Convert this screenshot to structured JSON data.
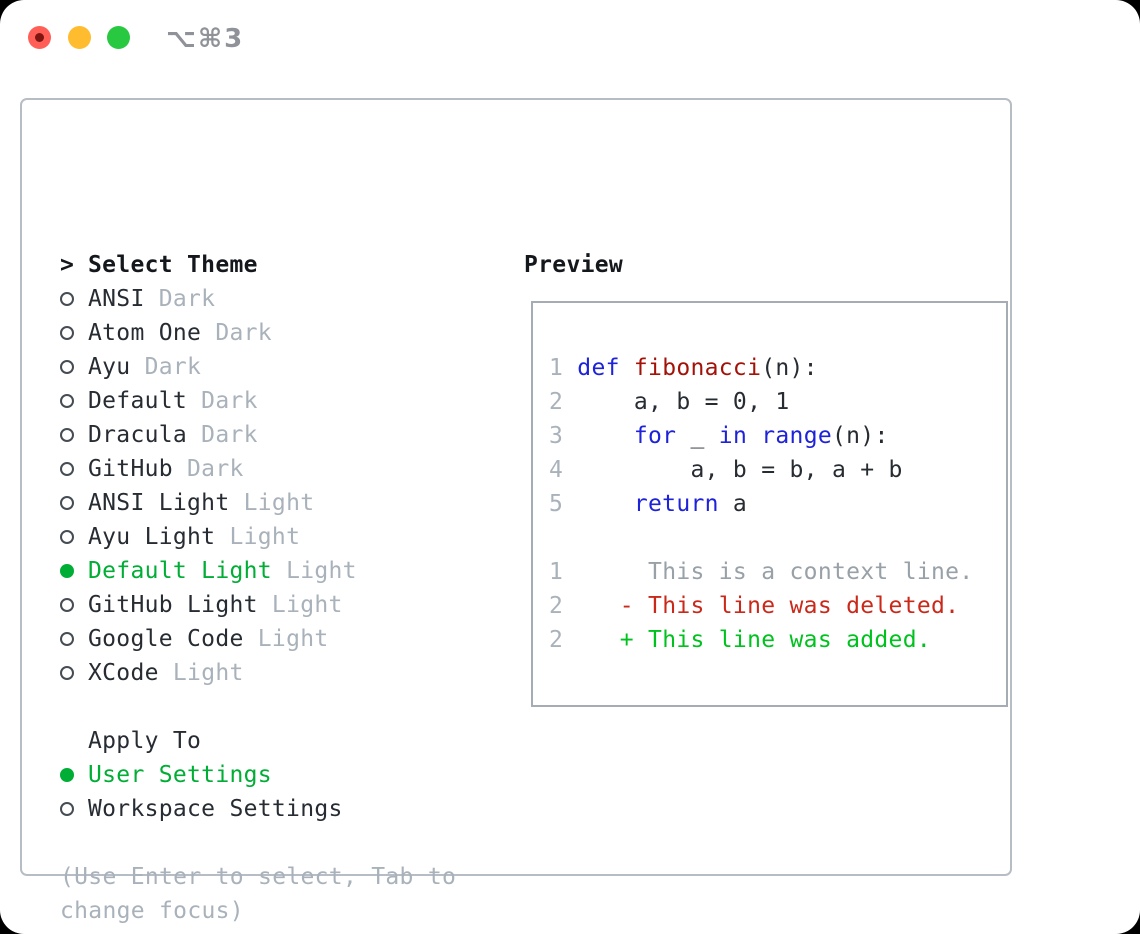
{
  "titlebar": {
    "title": "⌥⌘3",
    "buttons": [
      {
        "name": "close",
        "color": "#ff5f57"
      },
      {
        "name": "minimize",
        "color": "#febc2e"
      },
      {
        "name": "zoom",
        "color": "#28c840"
      }
    ]
  },
  "theme_picker": {
    "prompt": ">",
    "header": "Select Theme",
    "items": [
      {
        "name": "ANSI",
        "type": "Dark",
        "selected": false
      },
      {
        "name": "Atom One",
        "type": "Dark",
        "selected": false
      },
      {
        "name": "Ayu",
        "type": "Dark",
        "selected": false
      },
      {
        "name": "Default",
        "type": "Dark",
        "selected": false
      },
      {
        "name": "Dracula",
        "type": "Dark",
        "selected": false
      },
      {
        "name": "GitHub",
        "type": "Dark",
        "selected": false
      },
      {
        "name": "ANSI Light",
        "type": "Light",
        "selected": false
      },
      {
        "name": "Ayu Light",
        "type": "Light",
        "selected": false
      },
      {
        "name": "Default Light",
        "type": "Light",
        "selected": true
      },
      {
        "name": "GitHub Light",
        "type": "Light",
        "selected": false
      },
      {
        "name": "Google Code",
        "type": "Light",
        "selected": false
      },
      {
        "name": "XCode",
        "type": "Light",
        "selected": false
      }
    ]
  },
  "apply_to": {
    "header": "Apply To",
    "options": [
      {
        "label": "User Settings",
        "selected": true
      },
      {
        "label": "Workspace Settings",
        "selected": false
      }
    ]
  },
  "help_text": "(Use Enter to select, Tab to change focus)",
  "preview": {
    "header": "Preview",
    "code_lines": [
      {
        "num": "1",
        "segments": [
          {
            "t": "def",
            "c": "keyword"
          },
          {
            "t": " ",
            "c": "plain"
          },
          {
            "t": "fibonacci",
            "c": "function"
          },
          {
            "t": "(n):",
            "c": "plain"
          }
        ]
      },
      {
        "num": "2",
        "segments": [
          {
            "t": "    a, b = 0, 1",
            "c": "plain"
          }
        ]
      },
      {
        "num": "3",
        "segments": [
          {
            "t": "    ",
            "c": "plain"
          },
          {
            "t": "for",
            "c": "keyword"
          },
          {
            "t": " _ ",
            "c": "plain"
          },
          {
            "t": "in",
            "c": "keyword"
          },
          {
            "t": " ",
            "c": "plain"
          },
          {
            "t": "range",
            "c": "keyword"
          },
          {
            "t": "(n):",
            "c": "plain"
          }
        ]
      },
      {
        "num": "4",
        "segments": [
          {
            "t": "        a, b = b, a + b",
            "c": "plain"
          }
        ]
      },
      {
        "num": "5",
        "segments": [
          {
            "t": "    ",
            "c": "plain"
          },
          {
            "t": "return",
            "c": "keyword"
          },
          {
            "t": " a",
            "c": "plain"
          }
        ]
      }
    ],
    "diff_lines": [
      {
        "num": "1",
        "marker": " ",
        "text": "This is a context line.",
        "kind": "context"
      },
      {
        "num": "2",
        "marker": "-",
        "text": "This line was deleted.",
        "kind": "deleted"
      },
      {
        "num": "2",
        "marker": "+",
        "text": "This line was added.",
        "kind": "added"
      }
    ]
  },
  "colors": {
    "selection_green": "#00ad35",
    "added_green": "#00c21f",
    "deleted_red": "#ca291a",
    "keyword_blue": "#1e22d8",
    "function_red": "#a31208",
    "muted_gray": "#a9b2bb",
    "text_dark": "#272c33",
    "panel_border": "#b7bdc5",
    "preview_border": "#a5acb4",
    "titlebar_gray": "#8f9298"
  }
}
